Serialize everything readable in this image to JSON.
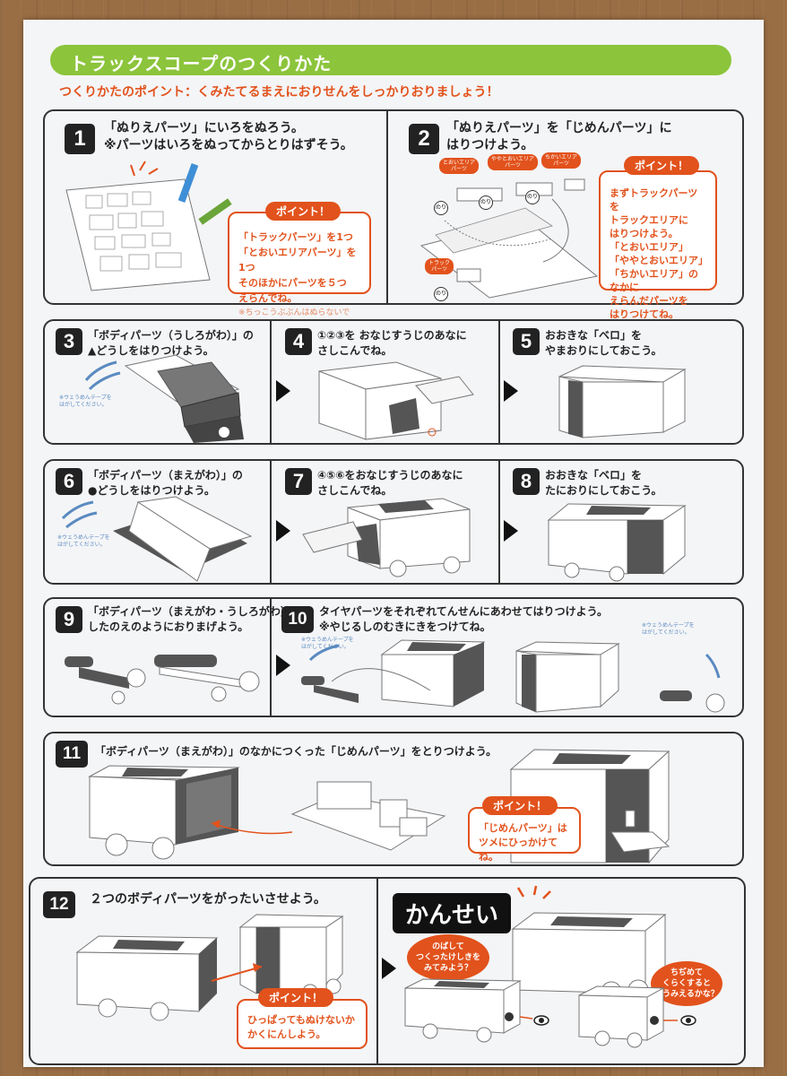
{
  "title": "トラックスコープのつくりかた",
  "tip": "つくりかたのポイント：くみたてるまえにおりせんをしっかりおりましょう！",
  "steps": {
    "s1": {
      "num": "1",
      "line1": "「ぬりえパーツ」にいろをぬろう。",
      "line2": "※パーツはいろをぬってからとりはずそう。",
      "point_label": "ポイント！",
      "point_lines": [
        "「トラックパーツ」を1つ",
        "「とおいエリアパーツ」を1つ",
        "そのほかにパーツを５つ",
        "えらんでね。"
      ],
      "point_note": "※ちっこうぶぶんはぬらないでね。"
    },
    "s2": {
      "num": "2",
      "line1": "「ぬりえパーツ」を「じめんパーツ」に",
      "line2": "はりつけよう。",
      "point_label": "ポイント！",
      "point_lines": [
        "まずトラックパーツを",
        "トラックエリアに",
        "はりつけよう。",
        "「とおいエリア」",
        "「ややとおいエリア」",
        "「ちかいエリア」のなかに",
        "えらんだパーツを",
        "はりつけてね。"
      ],
      "tag_far": "とおいエリア\nパーツ",
      "tag_mid": "ややとおいエリア\nパーツ",
      "tag_near": "ちかいエリア\nパーツ",
      "tag_truck": "トラック\nパーツ",
      "nuri": "のり"
    },
    "s3": {
      "num": "3",
      "line1": "「ボディパーツ（うしろがわ）」の",
      "line2": "▲どうしをはりつけよう。",
      "tape": "※ウェうめんテープを\nはがしてください。"
    },
    "s4": {
      "num": "4",
      "line1": "①②③を おなじすうじのあなに",
      "line2": "さしこんでね。"
    },
    "s5": {
      "num": "5",
      "line1": "おおきな「ベロ」を",
      "line2": "やまおりにしておこう。"
    },
    "s6": {
      "num": "6",
      "line1": "「ボディパーツ（まえがわ）」の",
      "line2": "●どうしをはりつけよう。",
      "tape": "※ウェうめんテープを\nはがしてください。"
    },
    "s7": {
      "num": "7",
      "line1": "④⑤⑥をおなじすうじのあなに",
      "line2": "さしこんでね。"
    },
    "s8": {
      "num": "8",
      "line1": "おおきな「ベロ」を",
      "line2": "たにおりにしておこう。"
    },
    "s9": {
      "num": "9",
      "line1": "「ボディパーツ（まえがわ・うしろがわ）」を",
      "line2": "したのえのようにおりまげよう。"
    },
    "s10": {
      "num": "10",
      "line1": "タイヤパーツをそれぞれてんせんにあわせてはりつけよう。",
      "line2": "※やじるしのむきにきをつけてね。",
      "tape": "※ウェうめんテープを\nはがしてください。"
    },
    "s11": {
      "num": "11",
      "line1": "「ボディパーツ（まえがわ）」のなかにつくった「じめんパーツ」をとりつけよう。",
      "point_label": "ポイント！",
      "point_lines": [
        "「じめんパーツ」は",
        "ツメにひっかけてね。"
      ]
    },
    "s12": {
      "num": "12",
      "line1": "２つのボディパーツをがったいさせよう。",
      "point_label": "ポイント！",
      "point_lines": [
        "ひっぱってもぬけないか",
        "かくにんしよう。"
      ]
    },
    "done": {
      "label": "かんせい",
      "bubble1": "のばして\nつくったけしきを\nみてみよう？",
      "bubble2": "ちぢめて\nくらくすると\nどうみえるかな？"
    }
  }
}
